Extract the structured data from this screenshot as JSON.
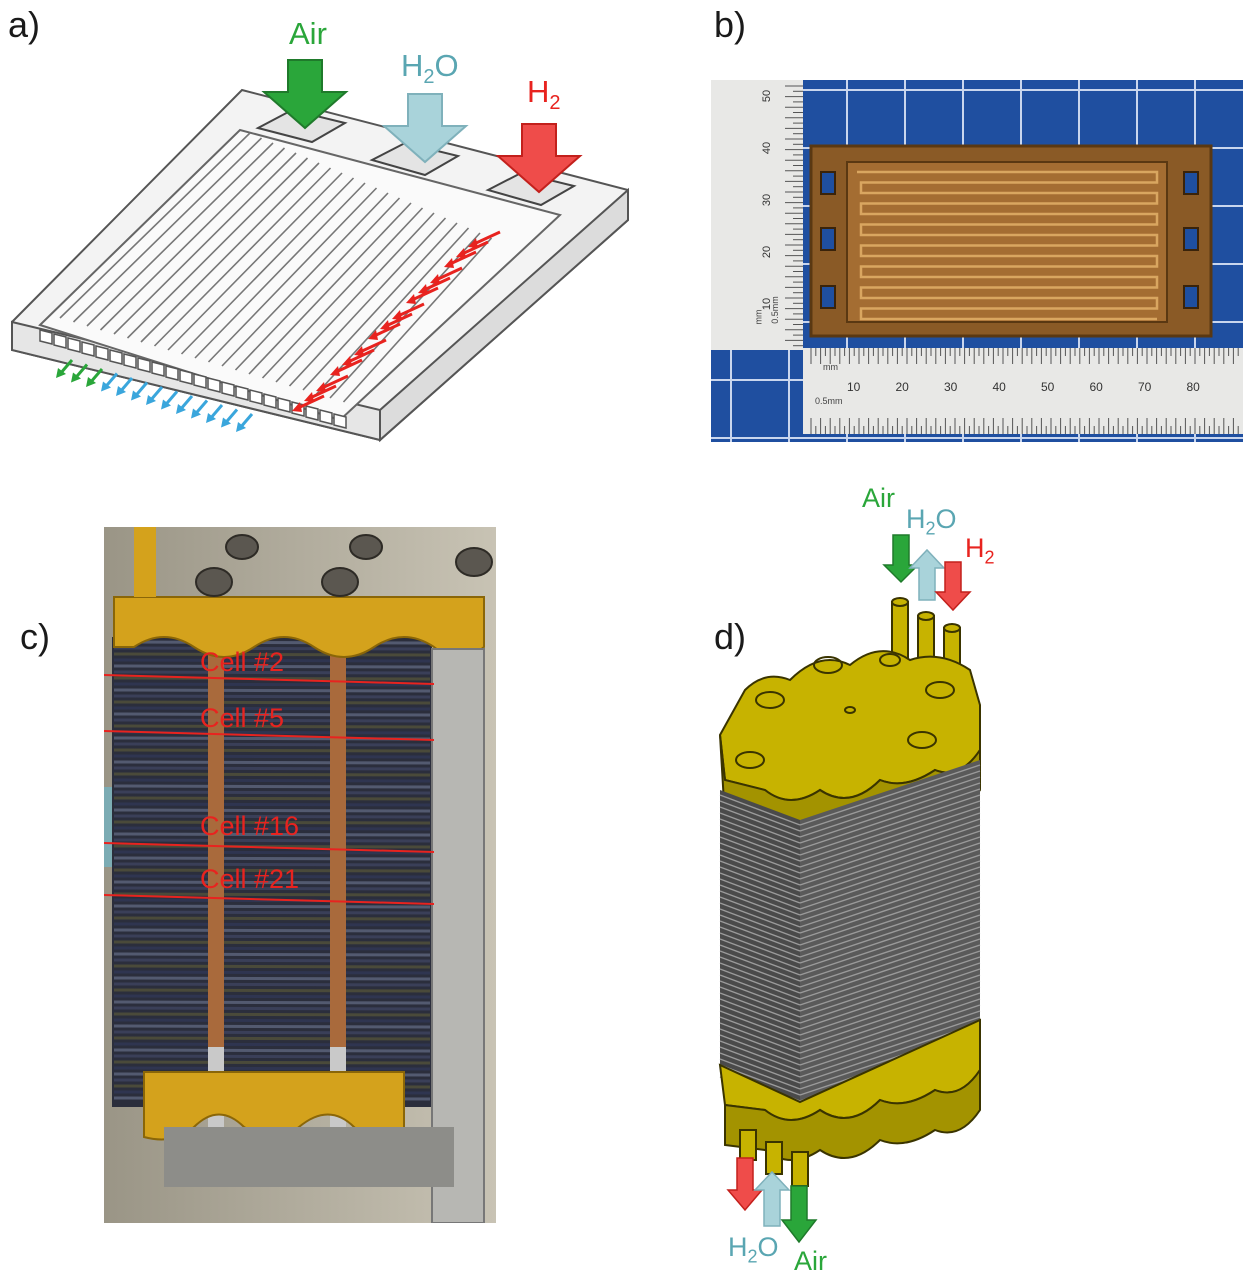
{
  "panels": {
    "a": {
      "label": "a)",
      "flows": {
        "air": "Air",
        "water_prefix": "H",
        "water_sub": "2",
        "water_suffix": "O",
        "hydrogen_prefix": "H",
        "hydrogen_sub": "2"
      }
    },
    "b": {
      "label": "b)",
      "ruler_vertical": [
        "50",
        "40",
        "30",
        "20",
        "10"
      ],
      "ruler_vertical_unit": "mm",
      "ruler_vertical_res": "0.5mm",
      "ruler_horizontal": [
        "10",
        "20",
        "30",
        "40",
        "50",
        "60",
        "70",
        "80"
      ],
      "ruler_horizontal_unit": "mm",
      "ruler_horizontal_res": "0.5mm"
    },
    "c": {
      "label": "c)",
      "cells": [
        "Cell #2",
        "Cell #5",
        "Cell #16",
        "Cell #21"
      ]
    },
    "d": {
      "label": "d)",
      "top_flows": {
        "air": "Air",
        "water_prefix": "H",
        "water_sub": "2",
        "water_suffix": "O",
        "hydrogen_prefix": "H",
        "hydrogen_sub": "2"
      },
      "bottom_flows": {
        "air": "Air",
        "water_prefix": "H",
        "water_sub": "2",
        "water_suffix": "O"
      }
    }
  },
  "colors": {
    "air": "#2aa63a",
    "water": "#a9d3da",
    "water_text": "#5aa6b2",
    "hydrogen": "#e8231f",
    "gold": "#c7b300",
    "blue_bg": "#1f4fa0"
  }
}
